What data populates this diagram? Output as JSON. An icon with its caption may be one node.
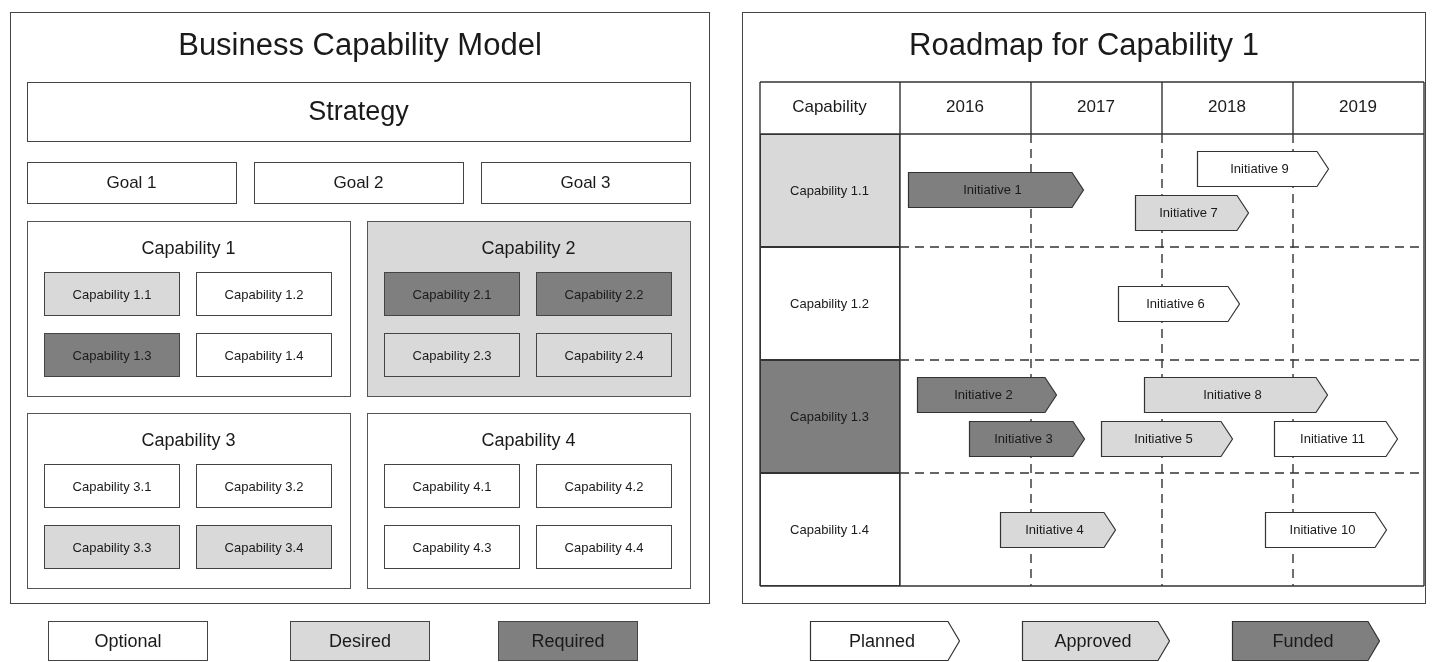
{
  "diagram": {
    "nodes": [
      {
        "text": [
          "Business Capability Model"
        ]
      },
      {
        "text": [
          "Strategy"
        ],
        "in": 0
      },
      {
        "text": [
          "Goal 1"
        ],
        "in": 0
      },
      {
        "text": [
          "Goal 2"
        ],
        "in": 0
      },
      {
        "text": [
          "Goal 3"
        ],
        "in": 0
      },
      {
        "text": [
          "Capability 1"
        ],
        "in": 0
      },
      {
        "text": [
          "Capability 1.1"
        ],
        "in": 5
      },
      {
        "text": [
          "Capability 1.2"
        ],
        "in": 5
      },
      {
        "text": [
          "Capability 1.3"
        ],
        "in": 5
      },
      {
        "text": [
          "Capability 1.4"
        ],
        "in": 5
      },
      {
        "text": [
          "Capability 2"
        ],
        "in": 0
      },
      {
        "text": [
          "Capability 2.1"
        ],
        "in": 10
      },
      {
        "text": [
          "Capability 2.2"
        ],
        "in": 10
      },
      {
        "text": [
          "Capability 2.3"
        ],
        "in": 10
      },
      {
        "text": [
          "Capability 2.4"
        ],
        "in": 10
      },
      {
        "text": [
          "Capability 3"
        ],
        "in": 0
      },
      {
        "text": [
          "Capability 3.1"
        ],
        "in": 15
      },
      {
        "text": [
          "Capability 3.2"
        ],
        "in": 15
      },
      {
        "text": [
          "Capability 3.3"
        ],
        "in": 15
      },
      {
        "text": [
          "Capability 3.4"
        ],
        "in": 15
      },
      {
        "text": [
          "Capability 4"
        ],
        "in": 0
      },
      {
        "text": [
          "Capability 4.1"
        ],
        "in": 20
      },
      {
        "text": [
          "Capability 4.2"
        ],
        "in": 20
      },
      {
        "text": [
          "Capability 4.3"
        ],
        "in": 20
      },
      {
        "text": [
          "Capability 4.4"
        ],
        "in": 20
      },
      {
        "text": [
          "Roadmap for Capability 1"
        ]
      },
      {
        "text": [
          "Capability 1.1"
        ],
        "in": 25
      },
      {
        "text": [
          "Capability 1.2"
        ],
        "in": 25
      },
      {
        "text": [
          "Capability 1.3"
        ],
        "in": 25
      },
      {
        "text": [
          "Capability 1.4"
        ],
        "in": 25
      },
      {
        "text": [
          "Initiative 9"
        ],
        "in": 25
      },
      {
        "text": [
          "Initiative 1"
        ],
        "in": 25
      },
      {
        "text": [
          "Initiative 7"
        ],
        "in": 25
      },
      {
        "text": [
          "Initiative 6"
        ],
        "in": 25
      },
      {
        "text": [
          "Initiative 2"
        ],
        "in": 25
      },
      {
        "text": [
          "Initiative 8"
        ],
        "in": 25
      },
      {
        "text": [
          "Initiative 3"
        ],
        "in": 25
      },
      {
        "text": [
          "Initiative 5"
        ],
        "in": 25
      },
      {
        "text": [
          "Initiative 11"
        ],
        "in": 25
      },
      {
        "text": [
          "Initiative 4"
        ],
        "in": 25
      },
      {
        "text": [
          "Initiative 10"
        ],
        "in": 25
      }
    ],
    "labels": [
      "Capability",
      "2016",
      "2017",
      "2018",
      "2019"
    ],
    "legend": [
      {
        "text": "Optional",
        "color": "#ffffff"
      },
      {
        "text": "Desired",
        "color": "#d9d9d9"
      },
      {
        "text": "Required",
        "color": "#7f7f7f"
      },
      {
        "text": "Planned",
        "color": "#ffffff"
      },
      {
        "text": "Approved",
        "color": "#d9d9d9"
      },
      {
        "text": "Funded",
        "color": "#7f7f7f"
      }
    ]
  }
}
